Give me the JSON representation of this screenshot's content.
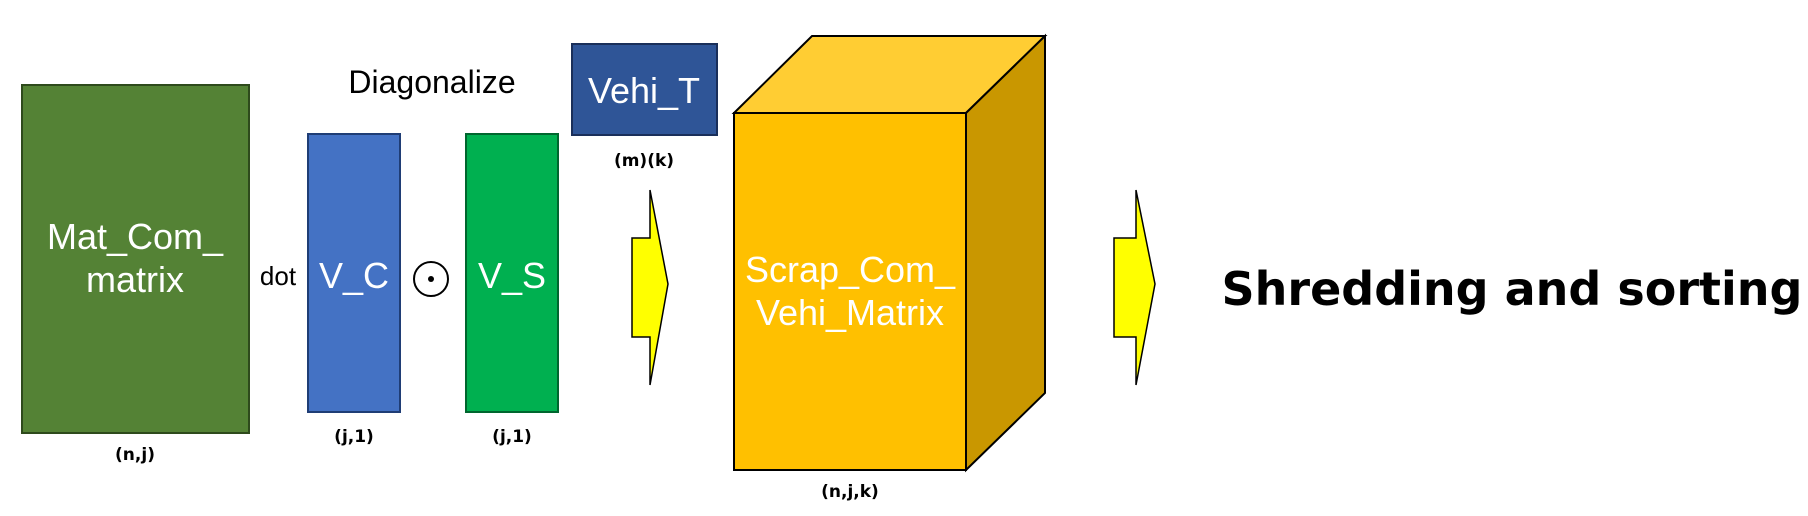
{
  "colors": {
    "mat_com": "#548235",
    "v_c": "#4472c4",
    "v_s": "#00b050",
    "vehi_t": "#2f5597",
    "cube_front": "#ffc000",
    "cube_top": "#ffcd33",
    "cube_side": "#c99700",
    "arrow": "#ffff00"
  },
  "diagram": {
    "heading": "Diagonalize",
    "mat_com": {
      "line1": "Mat_Com_",
      "line2": "matrix",
      "dims": "(n,j)"
    },
    "dot_label": "dot",
    "v_c": {
      "label": "V_C",
      "dims": "(j,1)"
    },
    "hadamard_symbol": "⊙",
    "v_s": {
      "label": "V_S",
      "dims": "(j,1)"
    },
    "vehi_t": {
      "label": "Vehi_T",
      "dims": "(m)(k)"
    },
    "arrow_icon": "right-arrow-icon",
    "cube": {
      "line1": "Scrap_Com_",
      "line2": "Vehi_Matrix",
      "dims": "(n,j,k)"
    },
    "result": "Shredding and sorting"
  }
}
